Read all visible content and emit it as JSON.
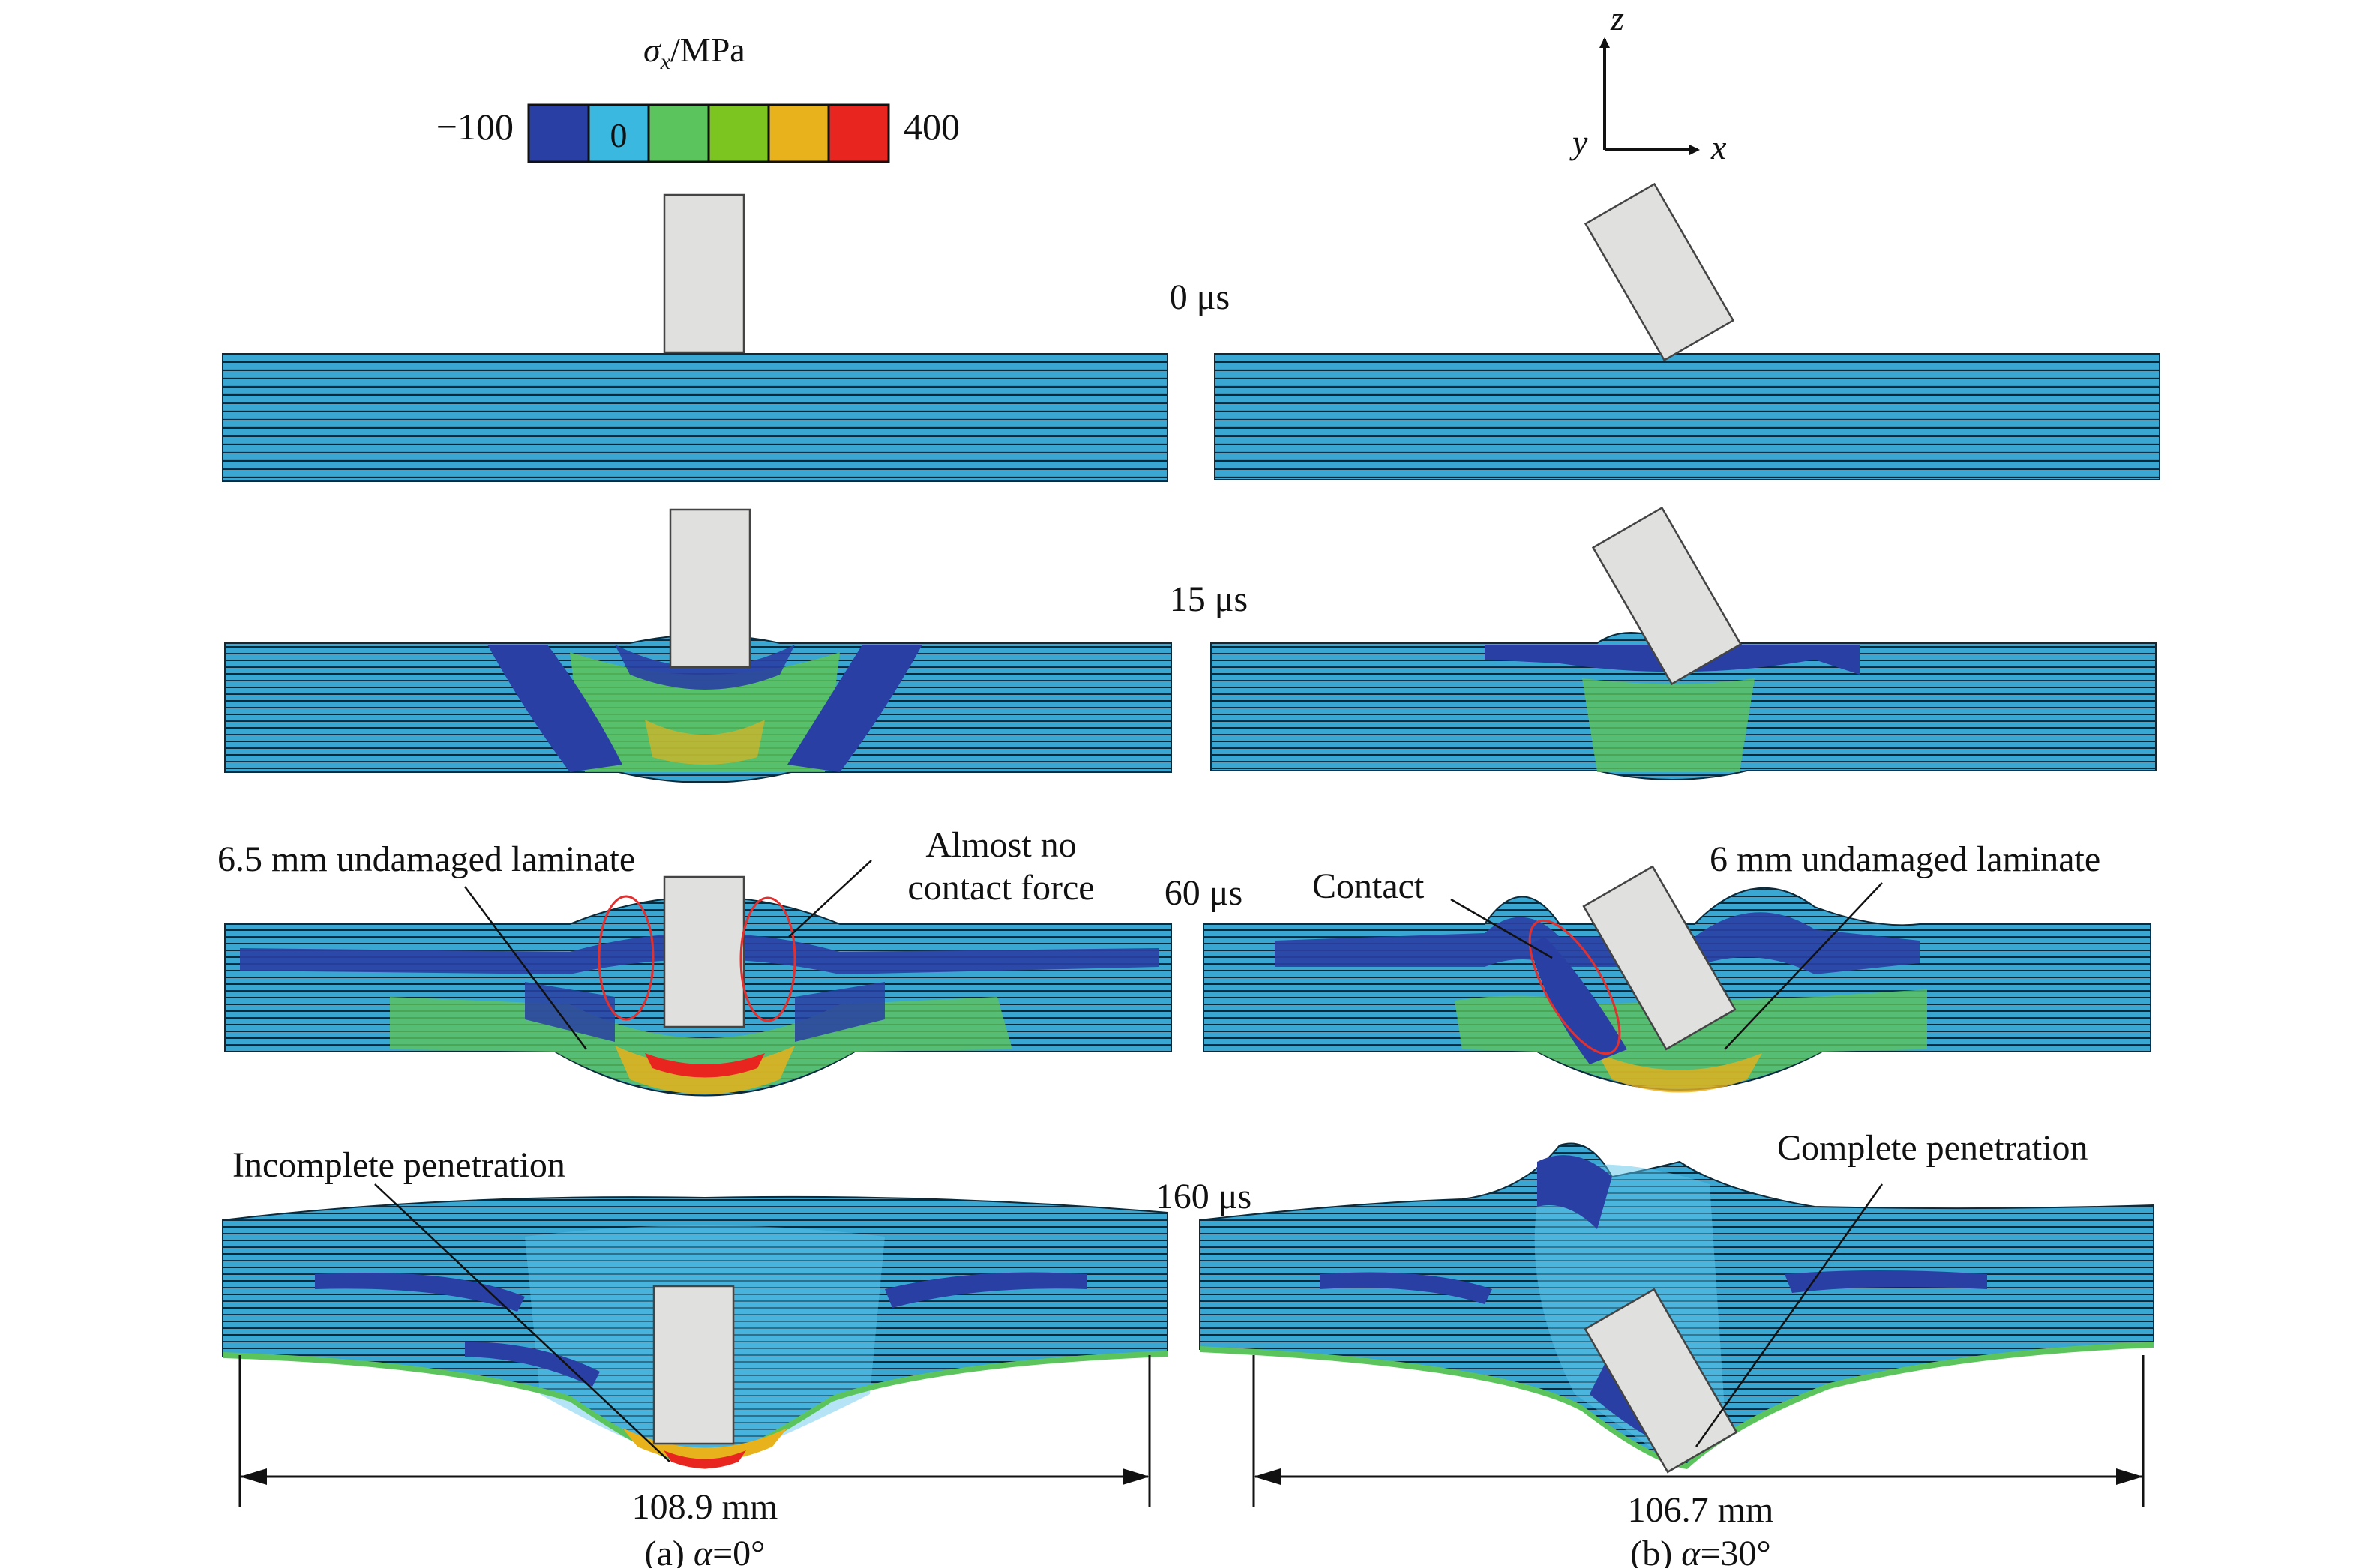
{
  "legend": {
    "title_main": "σ",
    "title_sub": "x",
    "title_unit": "/MPa",
    "min_label": "−100",
    "max_label": "400",
    "zero_label": "0",
    "colors": [
      "#2a3fa3",
      "#3ab8e0",
      "#5cc45c",
      "#7cc520",
      "#e8b21c",
      "#e8261f"
    ]
  },
  "axes": {
    "z": "z",
    "x": "x",
    "y": "y"
  },
  "times": [
    "0 μs",
    "15 μs",
    "60 μs",
    "160 μs"
  ],
  "annotations": {
    "left_60": "6.5 mm undamaged laminate",
    "almost_line1": "Almost no",
    "almost_line2": "contact force",
    "contact": "Contact",
    "right_60": "6 mm undamaged laminate",
    "incomplete": "Incomplete penetration",
    "complete": "Complete penetration"
  },
  "dimensions": {
    "left": "108.9 mm",
    "right": "106.7 mm"
  },
  "captions": {
    "a_prefix": "(a) ",
    "a_var": "α",
    "a_value": "=0°",
    "b_prefix": "(b) ",
    "b_var": "α",
    "b_value": "=30°"
  },
  "palette": {
    "laminate": "#3aa6d2",
    "laminate_light": "#5cc4ea",
    "compressive": "#2a3fa3",
    "green": "#5cc45c",
    "orange": "#e8b21c",
    "red": "#e8261f",
    "projectile": "#e0e0de",
    "ellipse": "#e03030"
  }
}
